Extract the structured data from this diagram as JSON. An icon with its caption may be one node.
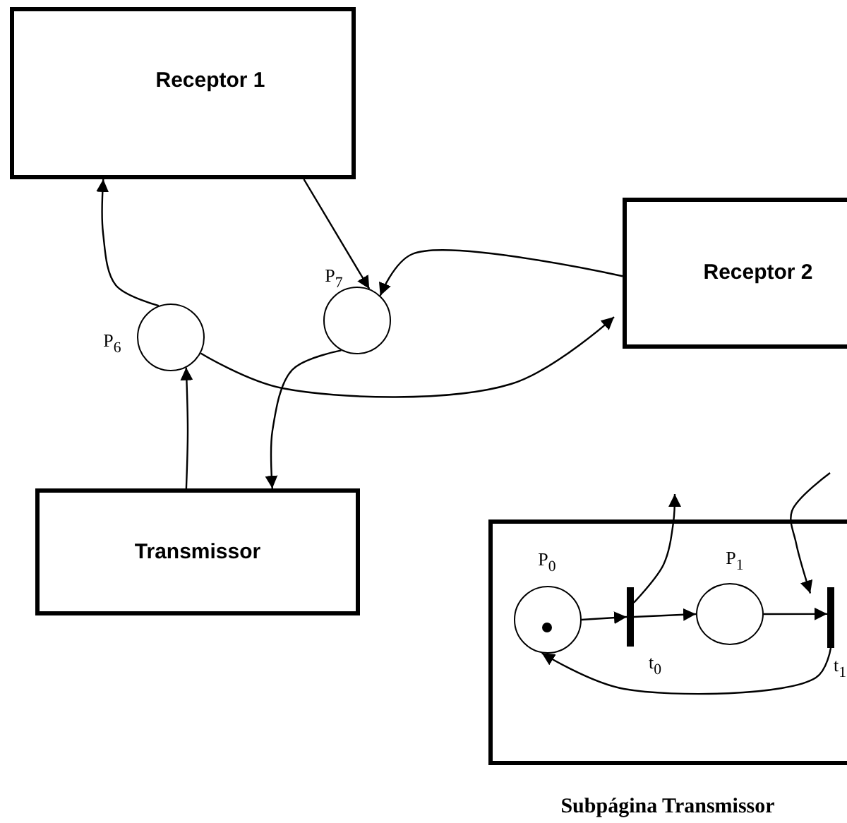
{
  "diagram": {
    "nodes": [
      {
        "text": [
          "Receptor 1"
        ]
      },
      {
        "text": [
          "Receptor 2"
        ]
      },
      {
        "text": [
          "Transmissor"
        ]
      },
      {
        "text": [
          "P$_{6}$"
        ]
      },
      {
        "text": [
          "P$_{7}$"
        ]
      },
      {
        "text": [
          "Subpágina Transmissor"
        ]
      },
      {
        "text": [
          "P$_{0}$"
        ],
        "in": 5
      },
      {
        "text": [
          "t$_{0}$"
        ],
        "in": 5
      },
      {
        "text": [
          "P$_{1}$"
        ],
        "in": 5
      },
      {
        "text": [
          "t$_{1}$"
        ],
        "in": 5
      }
    ],
    "edges": [
      {
        "from": 3,
        "to": 0,
        "arrow": "to"
      },
      {
        "from": 0,
        "to": 4,
        "arrow": "to"
      },
      {
        "from": 1,
        "to": 4,
        "arrow": "to"
      },
      {
        "from": 3,
        "to": 1,
        "arrow": "to"
      },
      {
        "from": 4,
        "to": 2,
        "arrow": "to"
      },
      {
        "from": 2,
        "to": 3,
        "arrow": "to"
      },
      {
        "from": 6,
        "to": 7,
        "arrow": "to"
      },
      {
        "from": 7,
        "to": 8,
        "arrow": "to"
      },
      {
        "from": 8,
        "to": 9,
        "arrow": "to"
      },
      {
        "from": 9,
        "to": 6,
        "arrow": "to"
      },
      {
        "from": 7,
        "to": null,
        "arrow": "to"
      },
      {
        "from": null,
        "to": 9,
        "arrow": "to"
      }
    ]
  }
}
